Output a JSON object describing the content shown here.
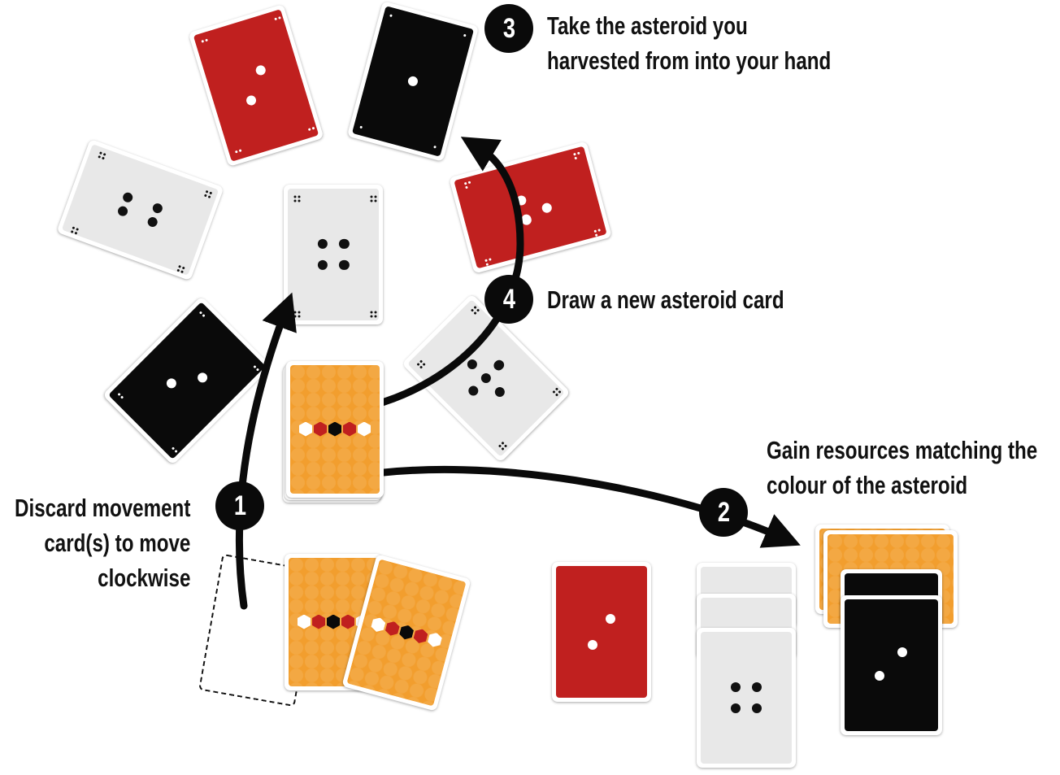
{
  "steps": [
    {
      "number": "1",
      "text_lines": [
        "Discard movement",
        "card(s) to move",
        "clockwise"
      ]
    },
    {
      "number": "2",
      "text_lines": [
        "Gain resources matching the",
        "colour of the asteroid"
      ]
    },
    {
      "number": "3",
      "text_lines": [
        "Take the asteroid you",
        "harvested from into your hand"
      ]
    },
    {
      "number": "4",
      "text_lines": [
        "Draw a new asteroid card"
      ]
    }
  ],
  "colors": {
    "red": "#c0201f",
    "black": "#0a0a0a",
    "grey": "#e8e8e8",
    "orange": "#f29e2e",
    "arrow": "#0a0a0a"
  },
  "asteroids": [
    {
      "color": "red",
      "value": 2
    },
    {
      "color": "black",
      "value": 1
    },
    {
      "color": "grey",
      "value": 4
    },
    {
      "color": "grey",
      "value": 4
    },
    {
      "color": "red",
      "value": 3
    },
    {
      "color": "black",
      "value": 2
    },
    {
      "color": "grey",
      "value": 5
    }
  ]
}
